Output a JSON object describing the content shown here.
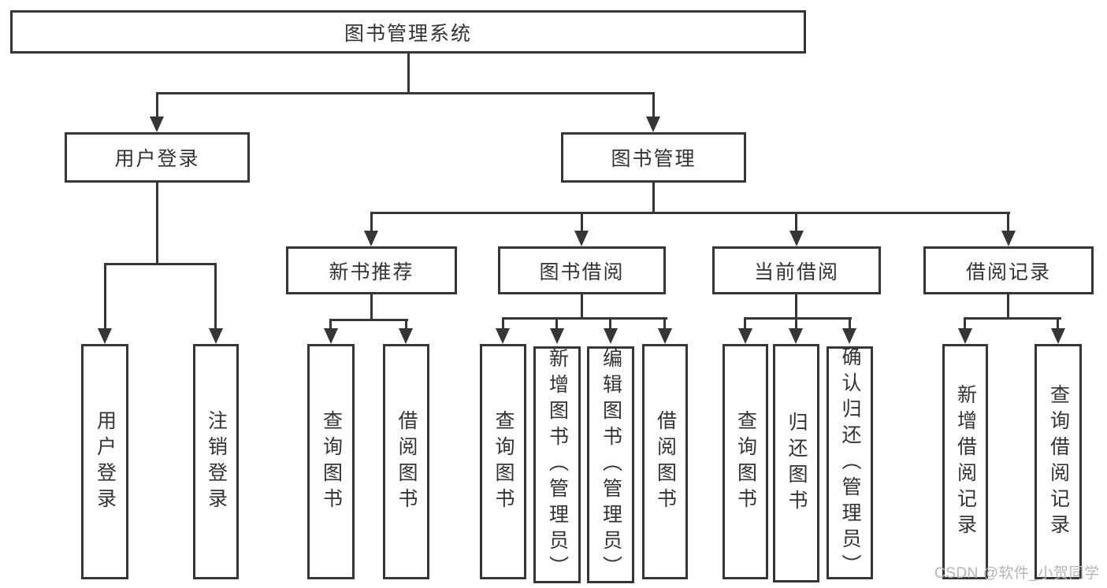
{
  "diagram": {
    "title": "图书管理系统",
    "watermark": "CSDN @软件_小贺同学",
    "colors": {
      "line": "#363636",
      "text": "#333333",
      "background": "#ffffff",
      "watermark": "#b5b5b5"
    },
    "root": {
      "label": "图书管理系统",
      "children": [
        {
          "label": "用户登录",
          "children": [
            {
              "label": "用户登录"
            },
            {
              "label": "注销登录"
            }
          ]
        },
        {
          "label": "图书管理",
          "children": [
            {
              "label": "新书推荐",
              "children": [
                {
                  "label": "查询图书"
                },
                {
                  "label": "借阅图书"
                }
              ]
            },
            {
              "label": "图书借阅",
              "children": [
                {
                  "label": "查询图书"
                },
                {
                  "label": "新增图书（管理员）"
                },
                {
                  "label": "编辑图书（管理员）"
                },
                {
                  "label": "借阅图书"
                }
              ]
            },
            {
              "label": "当前借阅",
              "children": [
                {
                  "label": "查询图书"
                },
                {
                  "label": "归还图书"
                },
                {
                  "label": "确认归还（管理员）"
                }
              ]
            },
            {
              "label": "借阅记录",
              "children": [
                {
                  "label": "新增借阅记录"
                },
                {
                  "label": "查询借阅记录"
                }
              ]
            }
          ]
        }
      ]
    }
  }
}
